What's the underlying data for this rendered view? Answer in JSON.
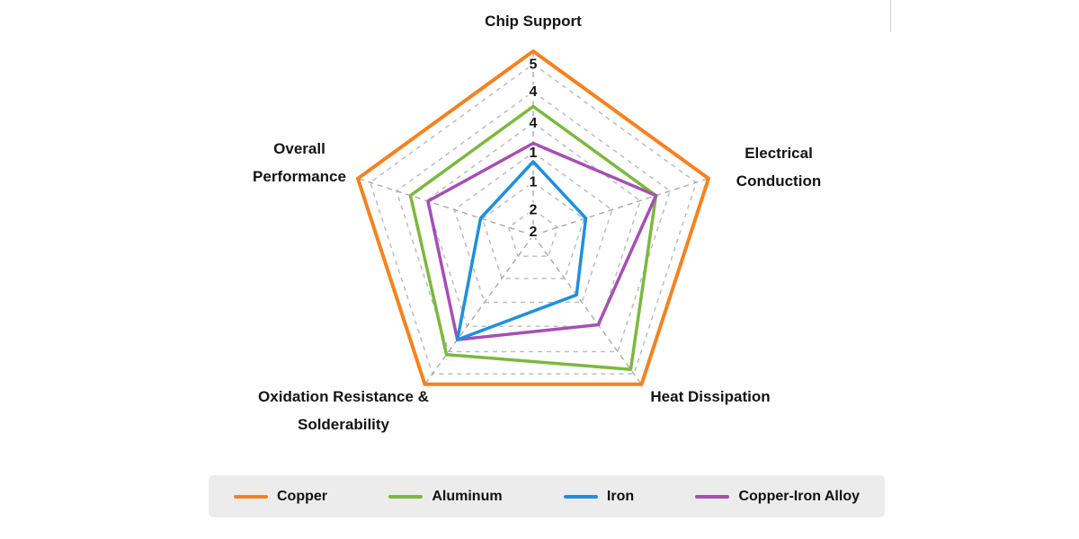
{
  "chart_data": {
    "type": "radar",
    "title": "",
    "axes": [
      {
        "label": "Chip Support"
      },
      {
        "label": "Electrical\nConduction"
      },
      {
        "label": "Heat Dissipation"
      },
      {
        "label": "Oxidation Resistance &\nSolderability"
      },
      {
        "label": "Overall\nPerformance"
      }
    ],
    "scale": {
      "min": 0,
      "max": 5,
      "tick_labels_top_axis": [
        "5",
        "4",
        "4",
        "1",
        "1",
        "2",
        "2"
      ]
    },
    "grid": {
      "style": "dashed",
      "ring_color": "#b9b9b9",
      "spoke_color": "#a9a9a9",
      "outer_color": "#9a9a9a"
    },
    "series": [
      {
        "name": "Copper",
        "color": "#F58220",
        "width": 4,
        "values": [
          5,
          5,
          5,
          5,
          5
        ]
      },
      {
        "name": "Aluminum",
        "color": "#7CB83E",
        "width": 3.5,
        "values": [
          3.5,
          3.5,
          4.5,
          4,
          3.5
        ]
      },
      {
        "name": "Copper-Iron Alloy",
        "color": "#A54FB4",
        "width": 3.5,
        "values": [
          2.5,
          3.5,
          3,
          3.5,
          3
        ]
      },
      {
        "name": "Iron",
        "color": "#1E8FE0",
        "width": 3.5,
        "values": [
          2,
          1.5,
          2,
          3.5,
          1.5
        ]
      }
    ],
    "legend": {
      "position": "bottom",
      "items": [
        {
          "label": "Copper",
          "color": "#F58220"
        },
        {
          "label": "Aluminum",
          "color": "#7CB83E"
        },
        {
          "label": "Iron",
          "color": "#1E8FE0"
        },
        {
          "label": "Copper-Iron Alloy",
          "color": "#A54FB4"
        }
      ]
    }
  }
}
